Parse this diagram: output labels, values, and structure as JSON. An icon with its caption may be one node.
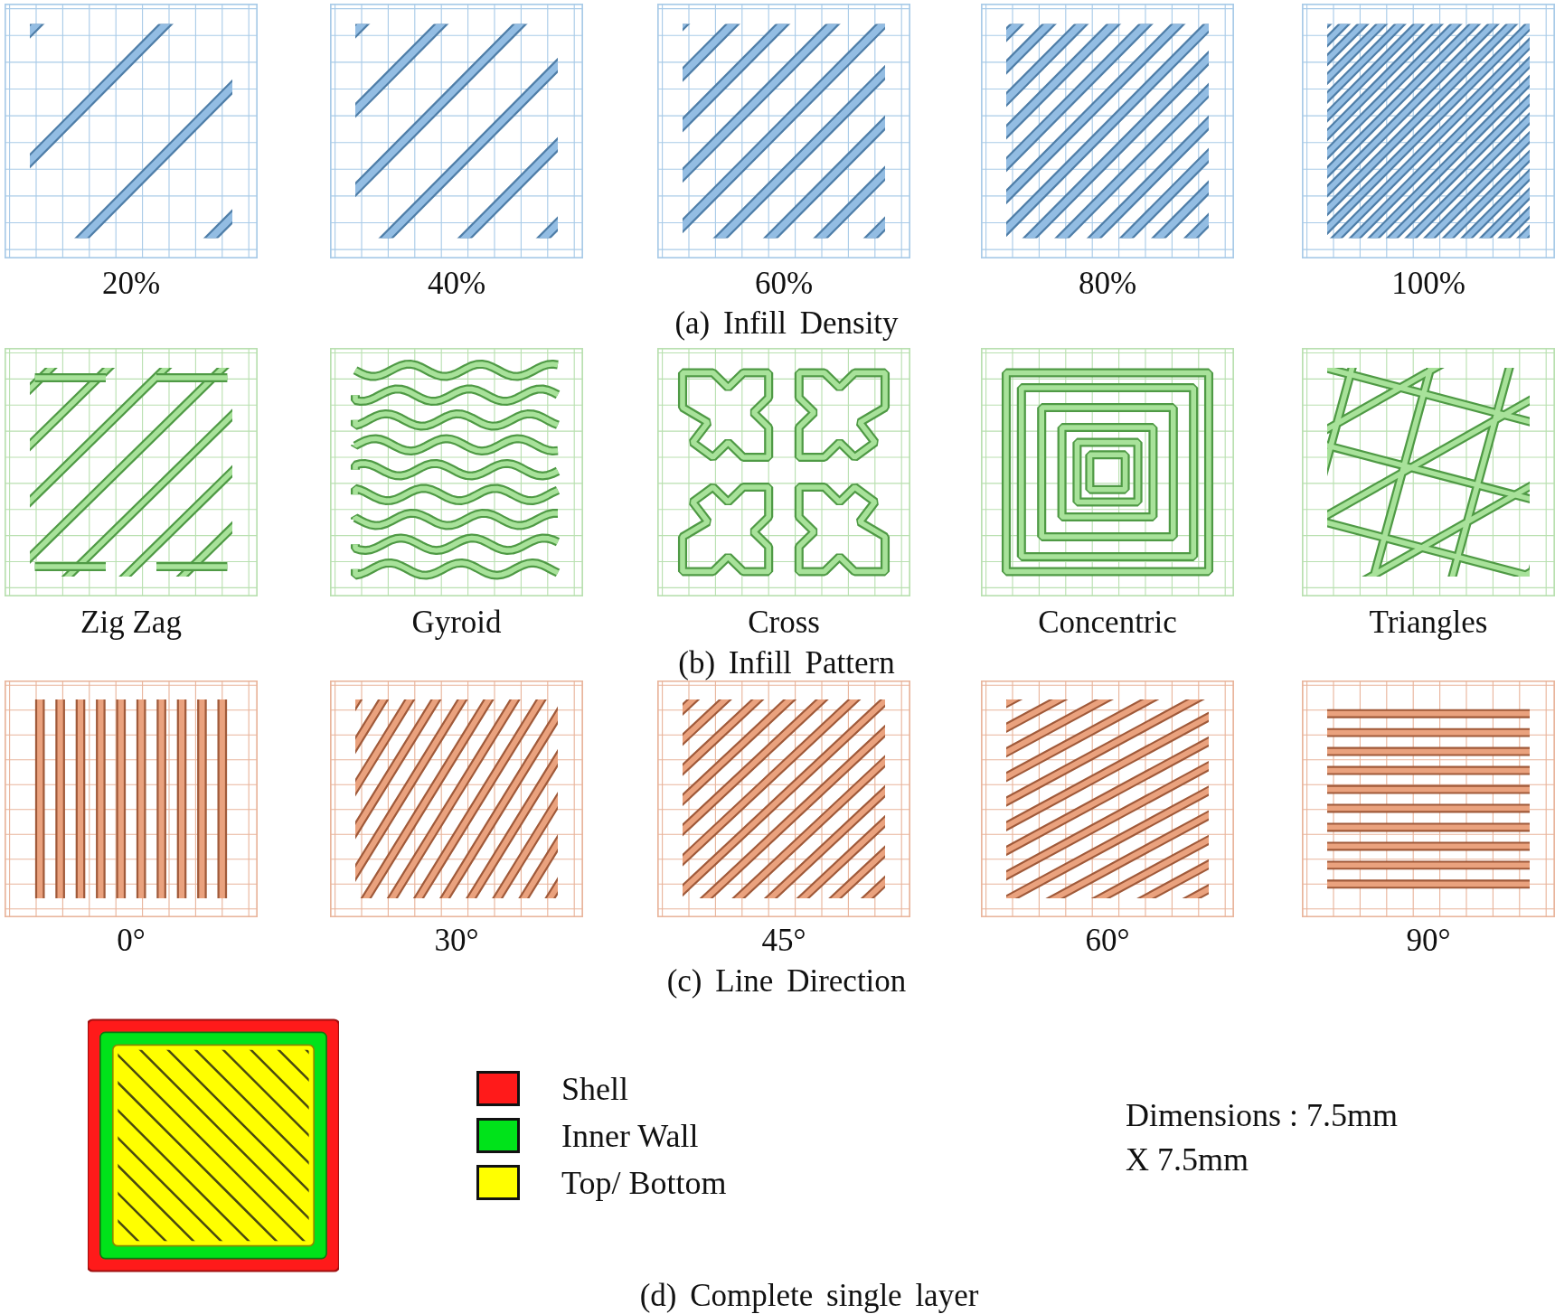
{
  "diagram": {
    "labels": [
      "20%",
      "40%",
      "60%",
      "80%",
      "100%",
      "(a) Infill Density",
      "Zig Zag",
      "Gyroid",
      "Cross",
      "Concentric",
      "Triangles",
      "(b) Infill Pattern",
      "0°",
      "30°",
      "45°",
      "60°",
      "90°",
      "(c) Line Direction",
      "Dimensions : 7.5mm X 7.5mm",
      "(d) Complete single layer"
    ],
    "legend": [
      {
        "text": "Shell",
        "color": "#ff1a1a"
      },
      {
        "text": "Inner Wall",
        "color": "#00e31a"
      },
      {
        "text": "Top/ Bottom",
        "color": "#ffff00"
      }
    ]
  }
}
